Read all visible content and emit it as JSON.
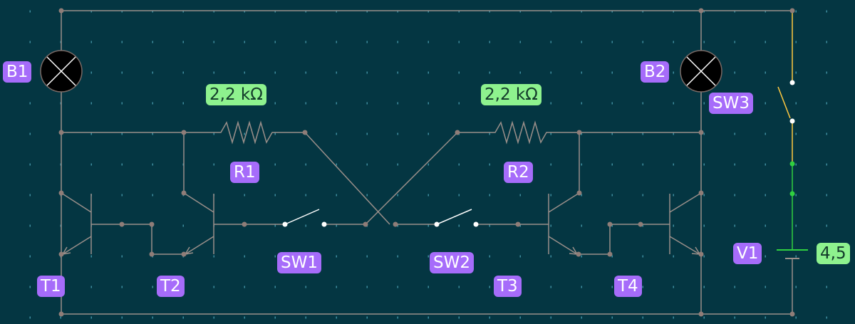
{
  "colors": {
    "background": "#043642",
    "grid_dot": "#3f8fa0",
    "wire": "#9a8f8a",
    "node": "#8f7d78",
    "switch_open": "#ffffff",
    "supply_wire": "#ffc840",
    "supply_wire_live": "#30d040",
    "name_label_bg": "#a66cfa",
    "value_label_bg": "#8ef28e"
  },
  "components": {
    "b1": {
      "name": "B1",
      "icon": "lamp-icon"
    },
    "b2": {
      "name": "B2",
      "icon": "lamp-icon"
    },
    "r1": {
      "name": "R1",
      "value": "2,2 kΩ",
      "icon": "resistor-icon"
    },
    "r2": {
      "name": "R2",
      "value": "2,2 kΩ",
      "icon": "resistor-icon"
    },
    "sw1": {
      "name": "SW1",
      "icon": "switch-icon"
    },
    "sw2": {
      "name": "SW2",
      "icon": "switch-icon"
    },
    "sw3": {
      "name": "SW3",
      "icon": "switch-icon"
    },
    "t1": {
      "name": "T1",
      "icon": "npn-transistor-icon"
    },
    "t2": {
      "name": "T2",
      "icon": "npn-transistor-icon"
    },
    "t3": {
      "name": "T3",
      "icon": "npn-transistor-icon"
    },
    "t4": {
      "name": "T4",
      "icon": "npn-transistor-icon"
    },
    "v1": {
      "name": "V1",
      "value": "4,5",
      "icon": "battery-icon"
    }
  }
}
